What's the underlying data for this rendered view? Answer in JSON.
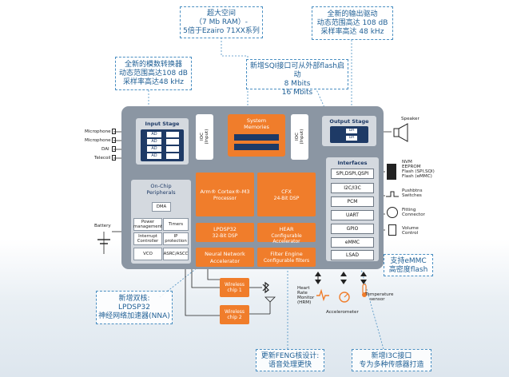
{
  "callouts": {
    "memory": {
      "lines": [
        "超大空间",
        "（7 Mb RAM）-",
        "5倍于Ezairo 71XX系列"
      ]
    },
    "output": {
      "lines": [
        "全新的输出驱动",
        "动态范围高达 108 dB",
        "采样率高达 48 kHz"
      ]
    },
    "input": {
      "lines": [
        "全新的模数转换器",
        "动态范围高达108 dB",
        "采样率高达48 kHz"
      ]
    },
    "flash": {
      "lines": [
        "新增SQI接口可从外部flash启动",
        "8 Mbits",
        "16 Mbits"
      ]
    },
    "dual_core": {
      "lines": [
        "新增双核:",
        "LPDSP32",
        "神经网络加速器(NNA)"
      ]
    },
    "emmc": {
      "lines": [
        "支持eMMC",
        "高密度flash"
      ]
    },
    "feng": {
      "lines": [
        "更新FENG核设计:",
        "语音处理更快"
      ]
    },
    "i3c": {
      "lines": [
        "新增I3C接口",
        "专为多种传感器打造"
      ]
    }
  },
  "chip": {
    "input_stage": "Input Stage",
    "output_stage": "Output Stage",
    "system_memories": "System\nMemories",
    "ioc_input": "IOC\n(Input)",
    "ioc_output": "IOC\n(Input)",
    "on_chip_peripherals": "On-Chip\nPeripherals",
    "arm": {
      "name": "Arm® Cortex®-M3",
      "sub": "Processor"
    },
    "cfx": {
      "name": "CFX",
      "sub": "24-Bit DSP"
    },
    "lpdsp32": {
      "name": "LPDSP32",
      "sub": "32-Bit DSP"
    },
    "hear": {
      "name": "HEAR",
      "sub": "Configurable Accelerator"
    },
    "nna": {
      "name": "Neural Network",
      "sub": "Accelerator"
    },
    "filter": {
      "name": "Filter Engine",
      "sub": "Configurable filters"
    },
    "peripherals": {
      "dma": "DMA",
      "power": "Power\nmanagement",
      "timers": "Timers",
      "interrupt": "Interrupt\nController",
      "ip": "IP protection",
      "vco": "VCO",
      "asrc": "ASRC/ASCC"
    },
    "interfaces": {
      "title": "Interfaces",
      "items": [
        "SPI,DSPI,QSPI",
        "I2C/I3C",
        "PCM",
        "UART",
        "GPIO",
        "eMMC",
        "LSAD"
      ]
    },
    "ad_label": "AD",
    "da_label": "DA"
  },
  "left_io": [
    "Microphone",
    "Microphone",
    "DAI",
    "Telecoil"
  ],
  "battery": "Battery",
  "wireless": [
    "Wireless\nchip 1",
    "Wireless\nchip 2"
  ],
  "right_io": {
    "speaker": "Speaker",
    "nvm": [
      "NVM",
      "EEPROM",
      "Flash (SPI,SQI)",
      "Flash (eMMC)"
    ],
    "pushbtns": [
      "Pushbtns",
      "Switches"
    ],
    "fitting": [
      "Fitting",
      "Connector"
    ],
    "volume": [
      "Volume",
      "Control"
    ]
  },
  "sensors": {
    "hrm": [
      "Heart",
      "Rate",
      "Monitor",
      "(HRM)"
    ],
    "accel": "Accelerometer",
    "temp": [
      "Temperature",
      "sensor"
    ]
  },
  "colors": {
    "orange": "#f07d2b",
    "chip": "#8b96a3",
    "navy": "#1e3a66",
    "callout": "#4a8fc2"
  }
}
